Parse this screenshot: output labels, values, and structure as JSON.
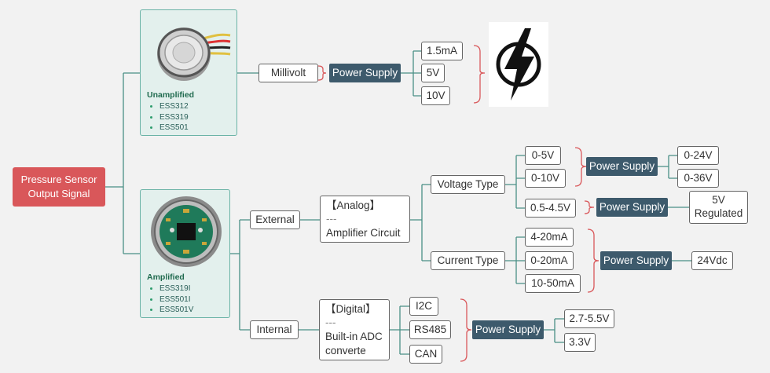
{
  "root": {
    "line1": "Pressure Sensor",
    "line2": "Output Signal"
  },
  "unamplified": {
    "title": "Unamplified",
    "models": [
      "ESS312",
      "ESS319",
      "ESS501"
    ]
  },
  "amplified": {
    "title": "Amplified",
    "models": [
      "ESS319I",
      "ESS501I",
      "ESS501V"
    ]
  },
  "millivolt": {
    "label": "Millivolt",
    "power_supply": "Power Supply",
    "options": [
      "1.5mA",
      "5V",
      "10V"
    ],
    "icon": "lightning-bolt-icon"
  },
  "external": {
    "label": "External",
    "analog": {
      "line1": "【Analog】",
      "line2": "---",
      "line3": "Amplifier Circuit"
    },
    "voltage_type": {
      "label": "Voltage Type",
      "options": [
        "0-5V",
        "0-10V",
        "0.5-4.5V"
      ],
      "power_supply_1": "Power Supply",
      "supply_options_1": [
        "0-24V",
        "0-36V"
      ],
      "power_supply_2": "Power Supply",
      "supply_2": {
        "line1": "5V",
        "line2": "Regulated"
      }
    },
    "current_type": {
      "label": "Current Type",
      "options": [
        "4-20mA",
        "0-20mA",
        "10-50mA"
      ],
      "power_supply": "Power Supply",
      "supply": "24Vdc"
    }
  },
  "internal": {
    "label": "Internal",
    "digital": {
      "line1": "【Digital】",
      "line2": "---",
      "line3": "Built-in ADC",
      "line4": "converte"
    },
    "protocols": [
      "I2C",
      "RS485",
      "CAN"
    ],
    "power_supply": "Power Supply",
    "supply_options": [
      "2.7-5.5V",
      "3.3V"
    ]
  },
  "colors": {
    "root": "#d9575a",
    "dark_box": "#3d5a6c",
    "card_bg": "#e3f0ed",
    "card_border": "#6bb3a6",
    "line": "#4a8f85",
    "brace": "#d9575a"
  }
}
